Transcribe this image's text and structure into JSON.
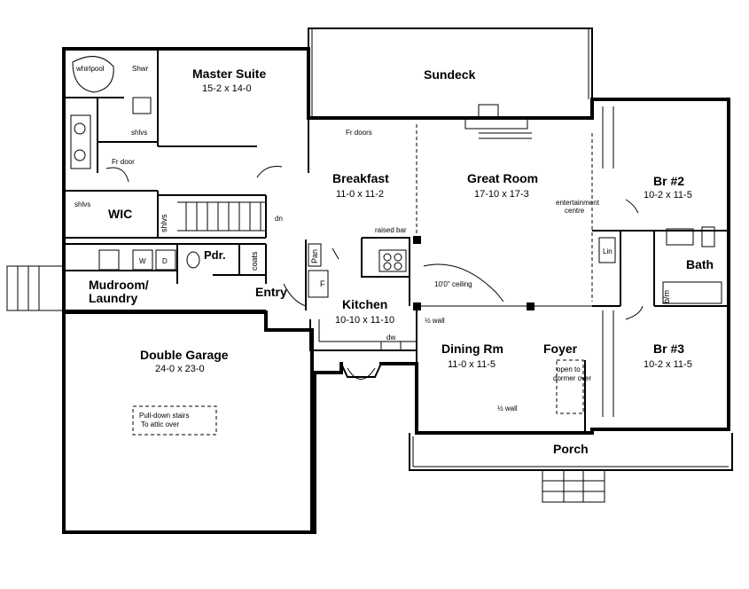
{
  "rooms": {
    "master_suite": {
      "name": "Master Suite",
      "dims": "15-2 x 14-0"
    },
    "sundeck": {
      "name": "Sundeck"
    },
    "breakfast": {
      "name": "Breakfast",
      "dims": "11-0 x 11-2"
    },
    "great_room": {
      "name": "Great Room",
      "dims": "17-10 x 17-3"
    },
    "br2": {
      "name": "Br #2",
      "dims": "10-2 x 11-5"
    },
    "br3": {
      "name": "Br #3",
      "dims": "10-2 x 11-5"
    },
    "bath": {
      "name": "Bath"
    },
    "wic": {
      "name": "WIC"
    },
    "mudroom": {
      "name": "Mudroom/",
      "name2": "Laundry"
    },
    "entry": {
      "name": "Entry"
    },
    "kitchen": {
      "name": "Kitchen",
      "dims": "10-10 x 11-10"
    },
    "garage": {
      "name": "Double Garage",
      "dims": "24-0 x 23-0"
    },
    "dining": {
      "name": "Dining Rm",
      "dims": "11-0 x 11-5"
    },
    "foyer": {
      "name": "Foyer"
    },
    "porch": {
      "name": "Porch"
    },
    "pdr": {
      "name": "Pdr."
    }
  },
  "labels": {
    "whirlpool": "whirlpool",
    "shwr": "Shwr",
    "shlvs_master": "shlvs",
    "fr_door": "Fr door",
    "shlvs_wic": "shlvs",
    "shlvs_stair": "shlvs",
    "dn": "dn",
    "fr_doors": "Fr doors",
    "raised_bar": "raised bar",
    "entertainment_1": "entertainment",
    "entertainment_2": "centre",
    "lin": "Lin",
    "bm": "b/m",
    "coats": "coats",
    "pan": "Pan",
    "fridge": "F",
    "washer": "W",
    "dryer": "D",
    "dw": "dw",
    "ceiling": "10'0\" ceiling",
    "half_wall_kitchen": "½ wall",
    "half_wall_dining": "½ wall",
    "open_to_1": "open to",
    "open_to_2": "dormer over",
    "pulldown_1": "Pull-down stairs",
    "pulldown_2": "To attic over"
  }
}
